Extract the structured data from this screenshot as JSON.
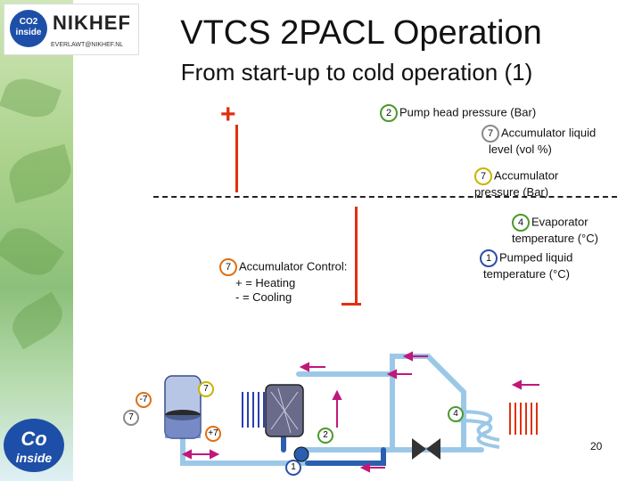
{
  "header": {
    "title": "VTCS 2PACL Operation",
    "subtitle": "From start-up to cold operation (1)",
    "logo_brand": "NIKHEF",
    "logo_email": "EVERLAWT@NIKHEF.NL",
    "co2_badge": "CO2 inside"
  },
  "labels": {
    "pump_head": {
      "num": "2",
      "text": "Pump head pressure (Bar)"
    },
    "acc_level": {
      "num": "7",
      "line1": "Accumulator liquid",
      "line2": "level (vol %)"
    },
    "acc_pressure": {
      "num": "7",
      "line1": "Accumulator",
      "line2": "pressure (Bar)"
    },
    "evap_temp": {
      "num": "4",
      "line1": "Evaporator",
      "line2": "temperature (°C)"
    },
    "pumped_temp": {
      "num": "1",
      "line1": "Pumped liquid",
      "line2": "temperature (°C)"
    },
    "acc_control": {
      "num": "7",
      "line1": "Accumulator Control:",
      "line2": "+ = Heating",
      "line3": "- = Cooling"
    }
  },
  "indicators": {
    "plus": "+"
  },
  "schematic": {
    "badge_7_top": "7",
    "badge_minus7": "-7",
    "badge_7_left": "7",
    "badge_plus7": "+7",
    "badge_2": "2",
    "badge_1": "1",
    "badge_4": "4"
  },
  "footer": {
    "page_number": "20",
    "co_logo_big": "Co",
    "co_logo_small": "inside"
  }
}
